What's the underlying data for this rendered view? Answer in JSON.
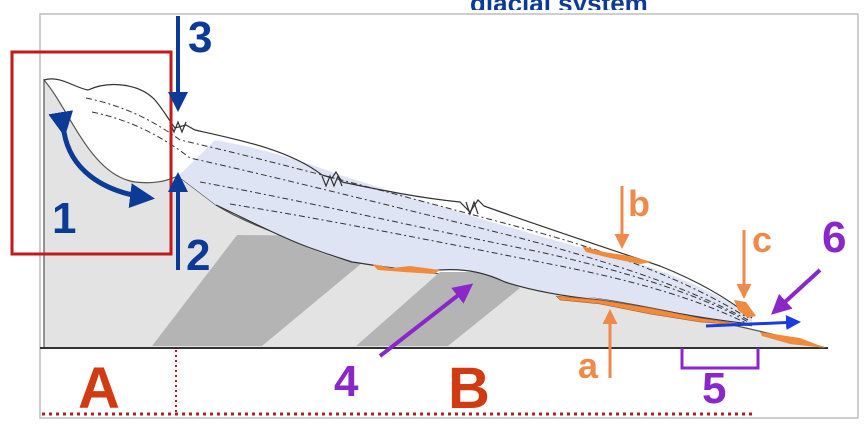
{
  "diagram": {
    "title_fragment": "glacial system",
    "labels": {
      "n1": "1",
      "n2": "2",
      "n3": "3",
      "n4": "4",
      "n5": "5",
      "n6": "6",
      "a": "a",
      "b": "b",
      "c": "c",
      "A": "A",
      "B": "B"
    },
    "colors": {
      "ice": "#dfe4f5",
      "rock": "#e3e3e3",
      "rock_dark": "#b4b4b4",
      "sediment": "#f08a3c",
      "arrow_blue": "#0c3a97",
      "flow_blue": "#1a3be0",
      "frame_red": "#c01a1a",
      "purple": "#8a27c9",
      "orange_text": "#f08a4c",
      "letter_red": "#d23a12",
      "dotted": "#b02020"
    }
  }
}
